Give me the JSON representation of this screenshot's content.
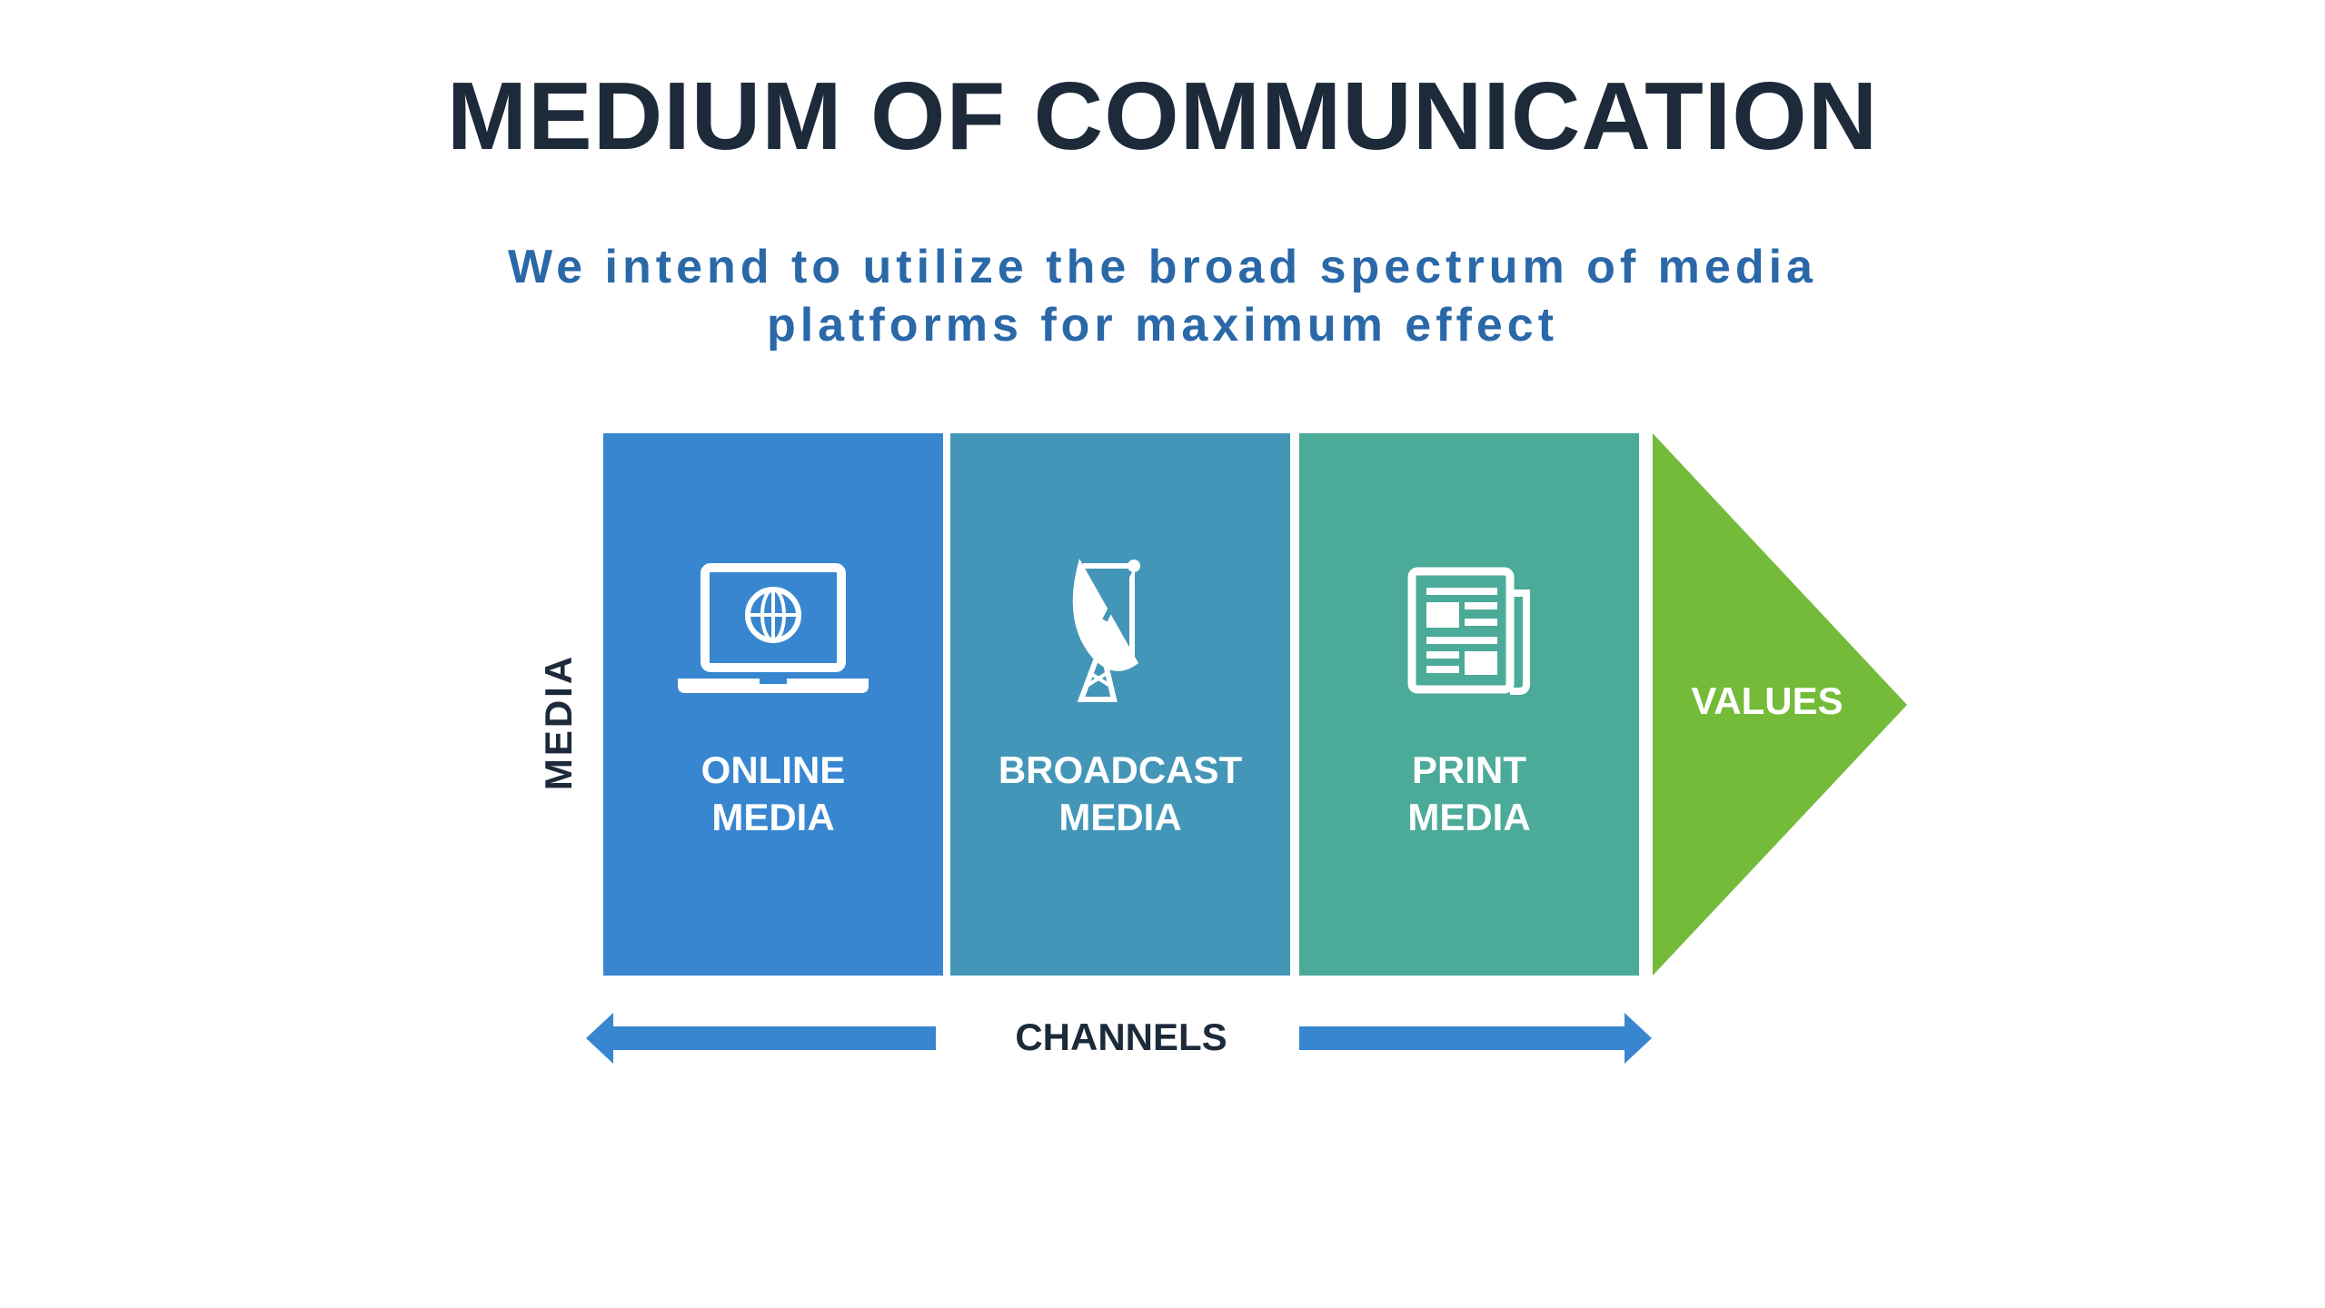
{
  "title": "MEDIUM OF COMMUNICATION",
  "subtitle": {
    "line1": "We intend to utilize the broad spectrum of media",
    "line2": "platforms for maximum effect"
  },
  "axis": {
    "vertical_label": "MEDIA",
    "horizontal_label": "CHANNELS"
  },
  "panels": [
    {
      "line1": "ONLINE",
      "line2": "MEDIA",
      "icon": "laptop-globe-icon",
      "color": "#3886d0"
    },
    {
      "line1": "BROADCAST",
      "line2": "MEDIA",
      "icon": "satellite-dish-icon",
      "color": "#4396b8"
    },
    {
      "line1": "PRINT",
      "line2": "MEDIA",
      "icon": "newspaper-icon",
      "color": "#4caa99"
    }
  ],
  "values": {
    "label": "VALUES",
    "color": "#74bb3a"
  }
}
